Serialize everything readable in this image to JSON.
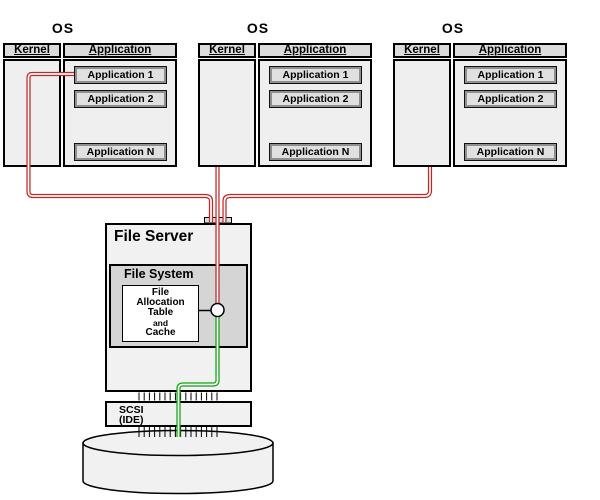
{
  "os_boxes": [
    {
      "title": "OS",
      "kernel": "Kernel",
      "application": "Application",
      "apps": [
        "Application 1",
        "Application 2",
        "Application N"
      ]
    },
    {
      "title": "OS",
      "kernel": "Kernel",
      "application": "Application",
      "apps": [
        "Application 1",
        "Application 2",
        "Application N"
      ]
    },
    {
      "title": "OS",
      "kernel": "Kernel",
      "application": "Application",
      "apps": [
        "Application 1",
        "Application 2",
        "Application N"
      ]
    }
  ],
  "file_server": {
    "title": "File Server",
    "file_system": "File System",
    "fat_lines": [
      "File",
      "Allocation",
      "Table",
      "and",
      "Cache"
    ]
  },
  "scsi": {
    "line1": "SCSI",
    "line2": "(IDE)"
  },
  "colors": {
    "wire_red": "#c42525",
    "wire_green": "#0ca10c",
    "wire_core": "#ffffff"
  }
}
